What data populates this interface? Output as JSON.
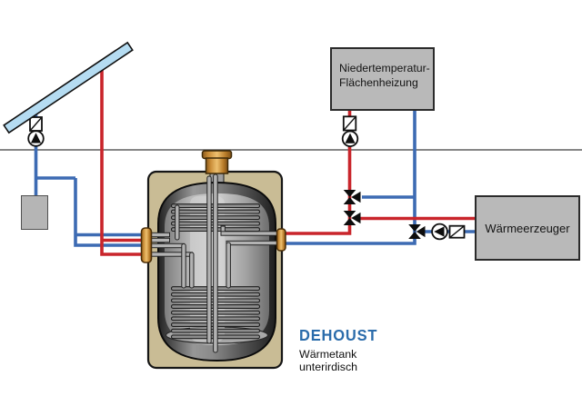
{
  "diagram": {
    "type": "hydraulic-scheme",
    "boxes": {
      "floor_heating": {
        "line1": "Niedertemperatur-",
        "line2": "Flächenheizung"
      },
      "heat_generator": {
        "label": "Wärmeerzeuger"
      }
    },
    "branding": {
      "logo": "DEHOUST",
      "caption_line1": "Wärmetank",
      "caption_line2": "unterirdisch"
    },
    "symbols": {
      "pump": "pump-icon",
      "check_valve": "check-valve-icon",
      "three_way_valve": "three-way-valve-icon",
      "solar_collector": "solar-collector",
      "buried_tank": "buried-storage-tank",
      "expansion_vessel": "expansion-vessel"
    },
    "colors": {
      "pipe_red": "#c9252b",
      "pipe_blue": "#3d6bb3",
      "box_fill": "#b9b9b9",
      "box_border": "#2b2b2b",
      "tank_shell": "#c9bc95",
      "copper": "#c8872f",
      "logo_blue": "#2b6cab",
      "collector_glass": "#b5dcf2",
      "ground_line": "#3f3f3f"
    }
  }
}
